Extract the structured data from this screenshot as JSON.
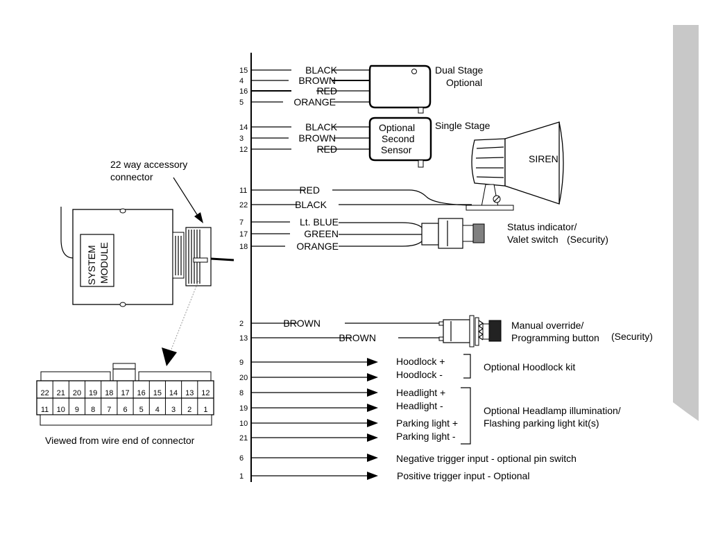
{
  "module": {
    "label_line1": "SYSTEM",
    "label_line2": "MODULE"
  },
  "connector": {
    "callout_line1": "22 way accessory",
    "callout_line2": "connector",
    "pins_top": [
      "22",
      "21",
      "20",
      "19",
      "18",
      "17",
      "16",
      "15",
      "14",
      "13",
      "12"
    ],
    "pins_bottom": [
      "11",
      "10",
      "9",
      "8",
      "7",
      "6",
      "5",
      "4",
      "3",
      "2",
      "1"
    ],
    "caption": "Viewed from wire end of connector"
  },
  "wires": [
    {
      "pin": "15",
      "color": "BLACK"
    },
    {
      "pin": "4",
      "color": "BROWN"
    },
    {
      "pin": "16",
      "color": "RED"
    },
    {
      "pin": "5",
      "color": "ORANGE"
    },
    {
      "pin": "14",
      "color": "BLACK"
    },
    {
      "pin": "3",
      "color": "BROWN"
    },
    {
      "pin": "12",
      "color": "RED"
    },
    {
      "pin": "11",
      "color": "RED"
    },
    {
      "pin": "22",
      "color": "BLACK"
    },
    {
      "pin": "7",
      "color": "Lt. BLUE"
    },
    {
      "pin": "17",
      "color": "GREEN"
    },
    {
      "pin": "18",
      "color": "ORANGE"
    },
    {
      "pin": "2",
      "color": "BROWN"
    },
    {
      "pin": "13",
      "color": "BROWN"
    }
  ],
  "sensors": {
    "dual_line1": "Dual Stage",
    "dual_line2": "Optional",
    "single_label": "Single Stage",
    "single_box_line1": "Optional",
    "single_box_line2": "Second",
    "single_box_line3": "Sensor"
  },
  "siren": {
    "label": "SIREN"
  },
  "status": {
    "line1": "Status indicator/",
    "line2": "Valet switch",
    "suffix": "(Security)"
  },
  "override": {
    "line1": "Manual override/",
    "line2": "Programming button",
    "suffix": "(Security)"
  },
  "outputs": [
    {
      "pin": "9",
      "label": "Hoodlock +"
    },
    {
      "pin": "20",
      "label": "Hoodlock -"
    },
    {
      "pin": "8",
      "label": "Headlight +"
    },
    {
      "pin": "19",
      "label": "Headlight -"
    },
    {
      "pin": "10",
      "label": "Parking light +"
    },
    {
      "pin": "21",
      "label": "Parking light -"
    },
    {
      "pin": "6",
      "label": "Negative trigger input - optional pin switch"
    },
    {
      "pin": "1",
      "label": "Positive trigger input - Optional"
    }
  ],
  "kits": {
    "hoodlock": "Optional Hoodlock kit",
    "headlamp_line1": "Optional Headlamp illumination/",
    "headlamp_line2": "Flashing parking light kit(s)"
  },
  "colors": {
    "line": "#000000",
    "tab": "#c8c8c8",
    "indicator_fill": "#808080",
    "button_fill": "#222222"
  }
}
